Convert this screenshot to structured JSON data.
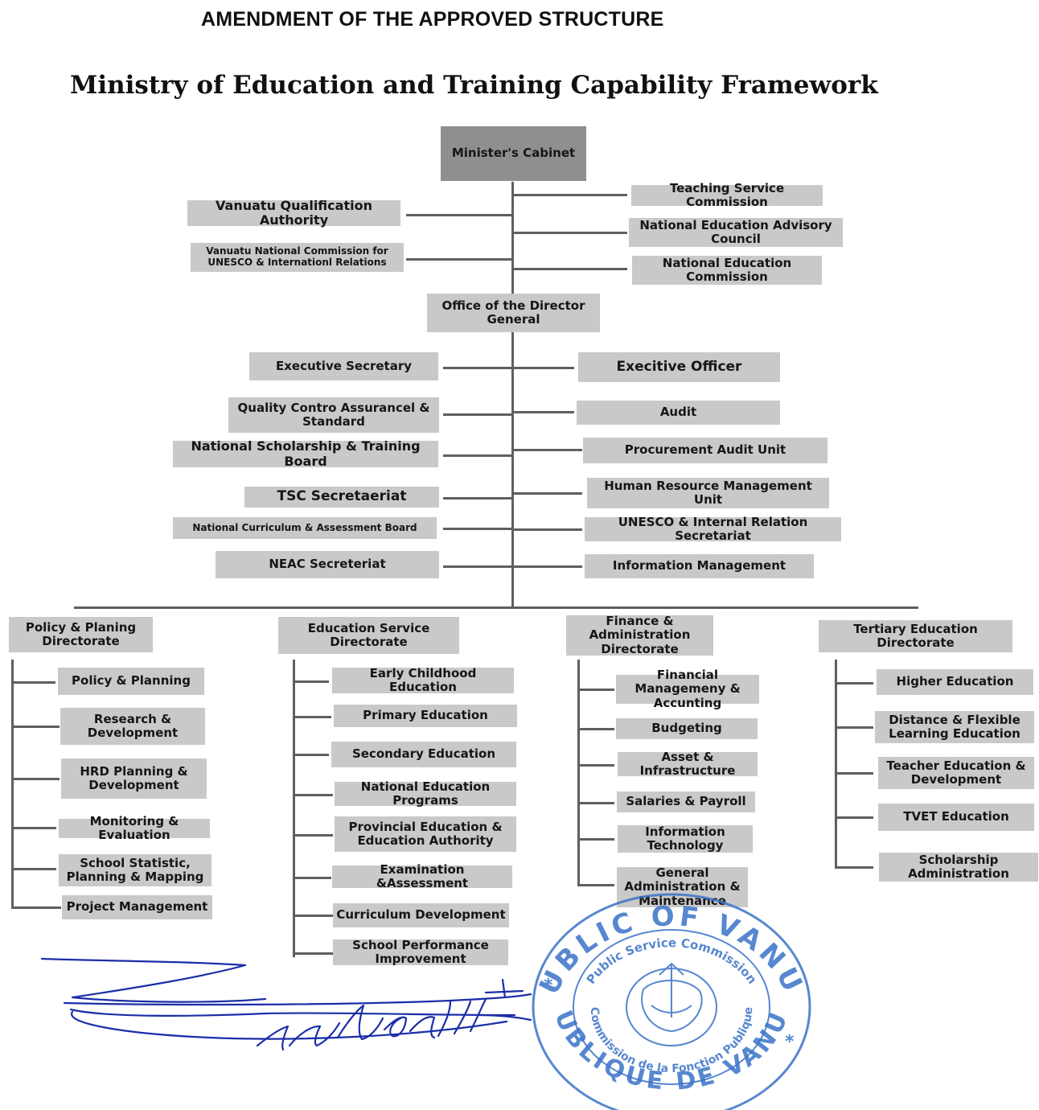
{
  "header": {
    "heading": "AMENDMENT OF THE APPROVED STRUCTURE",
    "title": "Ministry of Education and Training Capability Framework"
  },
  "top": {
    "cabinet": "Minister's Cabinet",
    "left": [
      "Vanuatu Qualification Authority",
      "Vanuatu National Commission for UNESCO & Internationl Relations"
    ],
    "right": [
      "Teaching Service Commission",
      "National Education Advisory Council",
      "National Education Commission"
    ]
  },
  "dg": {
    "office": "Office of the Director General",
    "left": [
      "Executive Secretary",
      "Quality Contro Assurancel & Standard",
      "National Scholarship & Training Board",
      "TSC Secretaeriat",
      "National Curriculum & Assessment Board",
      "NEAC Secreteriat"
    ],
    "right": [
      "Execitive Officer",
      "Audit",
      "Procurement Audit Unit",
      "Human Resource Management Unit",
      "UNESCO & Internal Relation Secretariat",
      "Information Management"
    ]
  },
  "directorates": [
    {
      "title": "Policy & Planing Directorate",
      "units": [
        "Policy & Planning",
        "Research & Development",
        "HRD Planning & Development",
        "Monitoring & Evaluation",
        "School Statistic, Planning & Mapping",
        "Project Management"
      ]
    },
    {
      "title": "Education Service Directorate",
      "units": [
        "Early Childhood Education",
        "Primary Education",
        "Secondary Education",
        "National Education Programs",
        "Provincial Education & Education Authority",
        "Examination &Assessment",
        "Curriculum Development",
        "School Performance Improvement"
      ]
    },
    {
      "title": "Finance & Administration Directorate",
      "units": [
        "Financial Managemeny & Accunting",
        "Budgeting",
        "Asset & Infrastructure",
        "Salaries & Payroll",
        "Information Technology",
        "General Administration & Maintenance"
      ]
    },
    {
      "title": "Tertiary Education Directorate",
      "units": [
        "Higher Education",
        "Distance & Flexible Learning Education",
        "Teacher Education & Development",
        "TVET Education",
        "Scholarship Administration"
      ]
    }
  ],
  "stamp": {
    "outer_top": "REPUBLIC OF VANUATU",
    "outer_bottom": "RÉPUBLIQUE DE VANUATU",
    "inner_top": "Public Service Commission",
    "inner_bottom": "Commission de la Fonction Publique",
    "color": "#3a73c8"
  },
  "signature": {
    "color": "#1b2ea8"
  }
}
